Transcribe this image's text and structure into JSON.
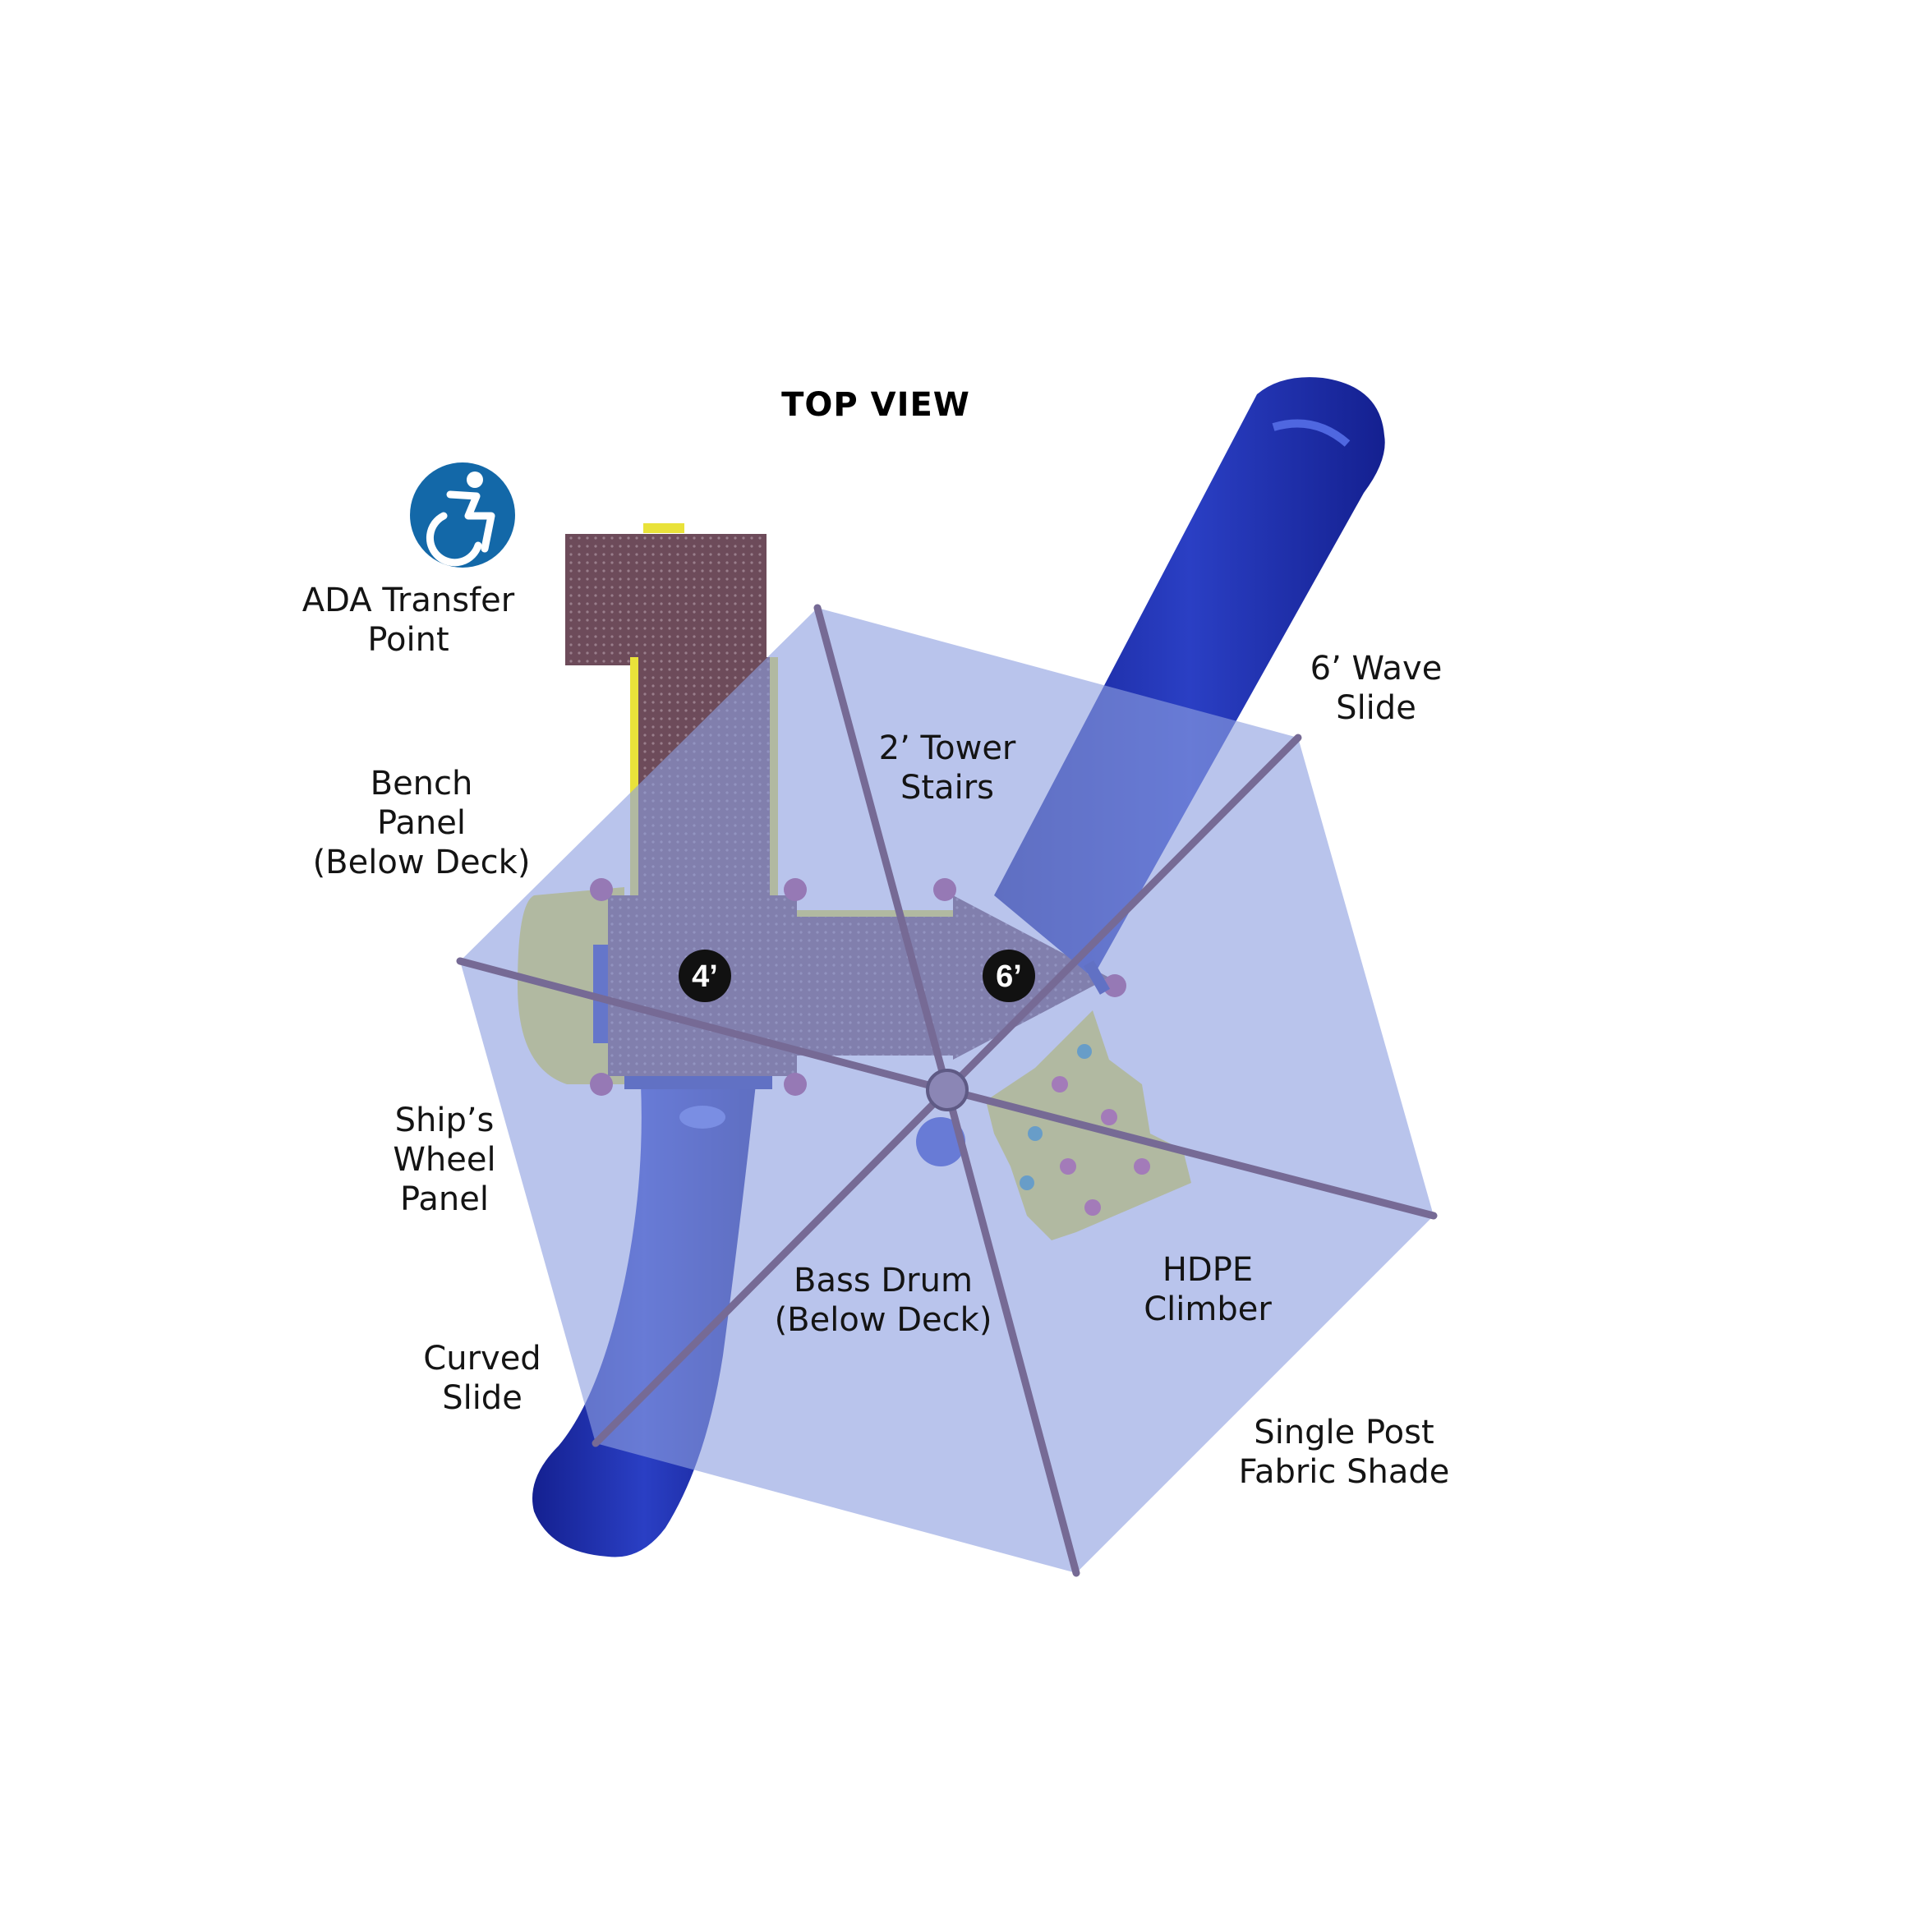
{
  "title": "TOP VIEW",
  "badges": {
    "deck_4": "4’",
    "deck_6": "6’"
  },
  "ada_icon": "wheelchair-accessibility-icon",
  "labels": {
    "ada": [
      "ADA Transfer",
      "Point"
    ],
    "wave_slide": [
      "6’ Wave",
      "Slide"
    ],
    "tower_stairs": [
      "2’ Tower",
      "Stairs"
    ],
    "bench_panel": [
      "Bench",
      "Panel",
      "(Below Deck)"
    ],
    "ships_wheel": [
      "Ship’s",
      "Wheel",
      "Panel"
    ],
    "bass_drum": [
      "Bass Drum",
      "(Below Deck)"
    ],
    "hdpe_climber": [
      "HDPE",
      "Climber"
    ],
    "curved_slide": [
      "Curved",
      "Slide"
    ],
    "fabric_shade": [
      "Single Post",
      "Fabric Shade"
    ]
  },
  "colors": {
    "shade": "#8e9fe0",
    "slide_blue": "#1f2fa8",
    "deck": "#6d4b5a",
    "yellow": "#e9e23a",
    "badge": "#111111",
    "ada_blue": "#1368a8"
  }
}
